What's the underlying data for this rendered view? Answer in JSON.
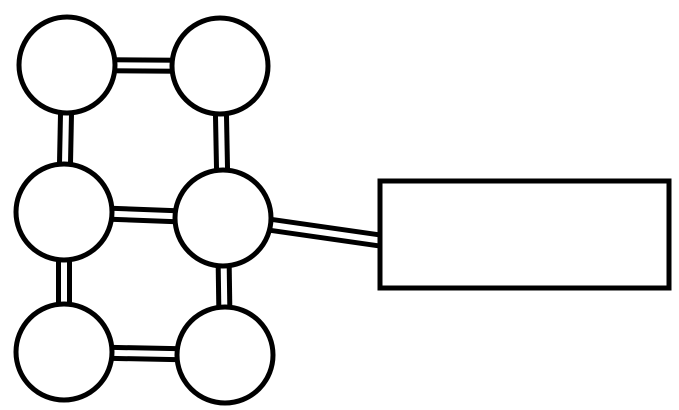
{
  "diagram": {
    "description_visible_text": "",
    "colors": {
      "stroke": "#000000",
      "fill": "#ffffff",
      "background": "#ffffff"
    },
    "nodes": [
      {
        "id": "n1",
        "shape": "circle"
      },
      {
        "id": "n2",
        "shape": "circle"
      },
      {
        "id": "n3",
        "shape": "circle"
      },
      {
        "id": "n4",
        "shape": "circle"
      },
      {
        "id": "n5",
        "shape": "circle"
      },
      {
        "id": "n6",
        "shape": "circle"
      },
      {
        "id": "b1",
        "shape": "rectangle"
      }
    ],
    "edges": [
      {
        "from": "n1",
        "to": "n2",
        "style": "double-line"
      },
      {
        "from": "n1",
        "to": "n3",
        "style": "double-line"
      },
      {
        "from": "n2",
        "to": "n4",
        "style": "double-line"
      },
      {
        "from": "n3",
        "to": "n4",
        "style": "double-line"
      },
      {
        "from": "n3",
        "to": "n5",
        "style": "double-line"
      },
      {
        "from": "n4",
        "to": "n6",
        "style": "double-line"
      },
      {
        "from": "n5",
        "to": "n6",
        "style": "double-line"
      },
      {
        "from": "n4",
        "to": "b1",
        "style": "double-line"
      }
    ]
  }
}
